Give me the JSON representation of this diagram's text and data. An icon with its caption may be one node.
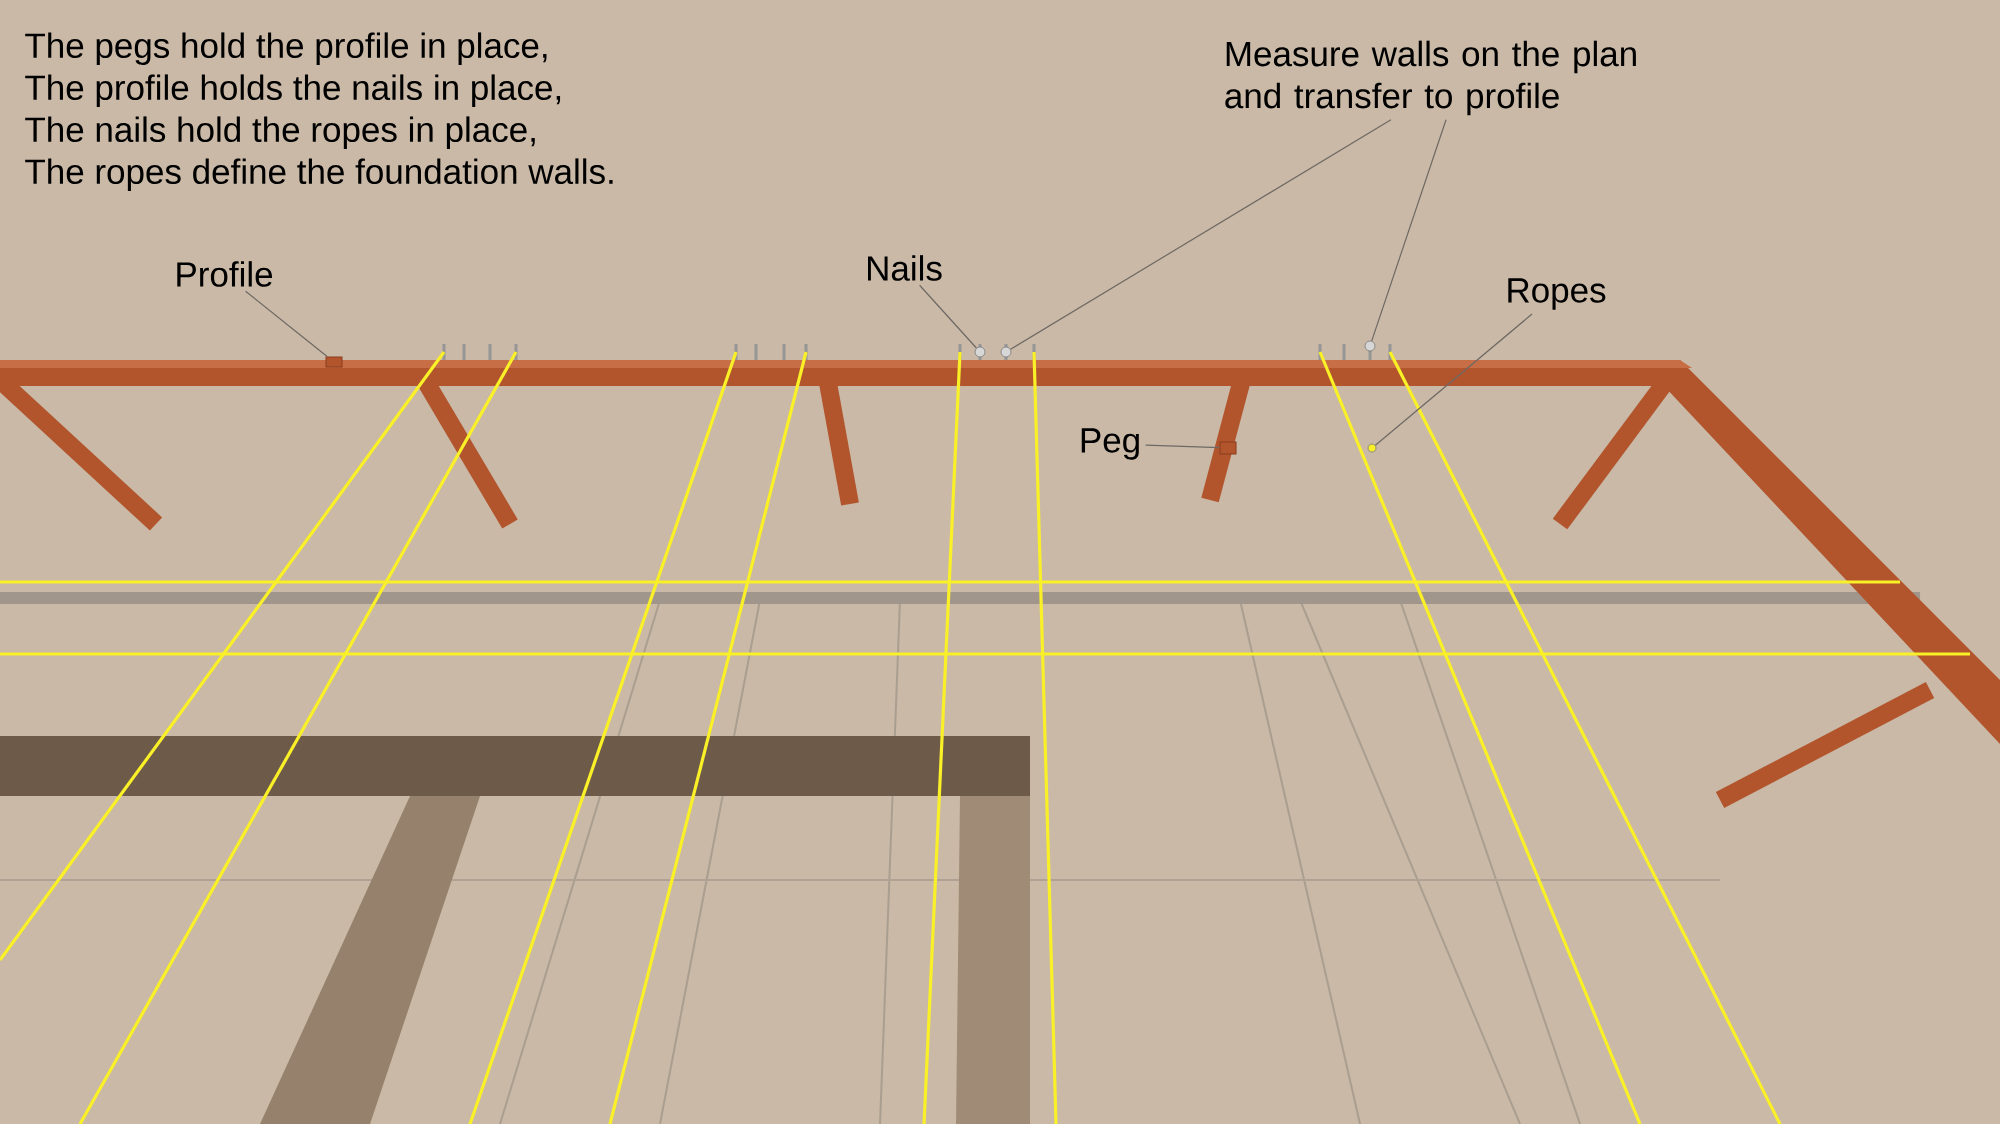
{
  "diagram": {
    "nodes": [
      {
        "text": [
          "Profile"
        ]
      },
      {
        "text": [
          "Nails"
        ]
      },
      {
        "text": [
          "Measure walls on the plan and transfer to profile"
        ]
      },
      {
        "text": [
          "Ropes"
        ]
      },
      {
        "text": [
          "Peg"
        ]
      },
      {
        "text": [],
        "shape": "bar"
      },
      {
        "text": [],
        "shape": "circle"
      },
      {
        "text": [],
        "shape": "circle"
      },
      {
        "text": [],
        "shape": "circle"
      },
      {
        "text": [],
        "shape": "circle"
      },
      {
        "text": [],
        "shape": "bar"
      }
    ],
    "edges": [
      {
        "from": 0,
        "to": 5,
        "arrow": "none"
      },
      {
        "from": 1,
        "to": 6,
        "arrow": "none"
      },
      {
        "from": 2,
        "to": 7,
        "arrow": "none"
      },
      {
        "from": 2,
        "to": 8,
        "arrow": "none"
      },
      {
        "from": 3,
        "to": 9,
        "arrow": "none"
      },
      {
        "from": 4,
        "to": 10,
        "arrow": "none"
      }
    ],
    "labels": [
      "The pegs hold the profile in place,",
      "The profile holds the nails in place,",
      "The nails hold the ropes in place,",
      "The ropes define the foundation walls."
    ]
  }
}
